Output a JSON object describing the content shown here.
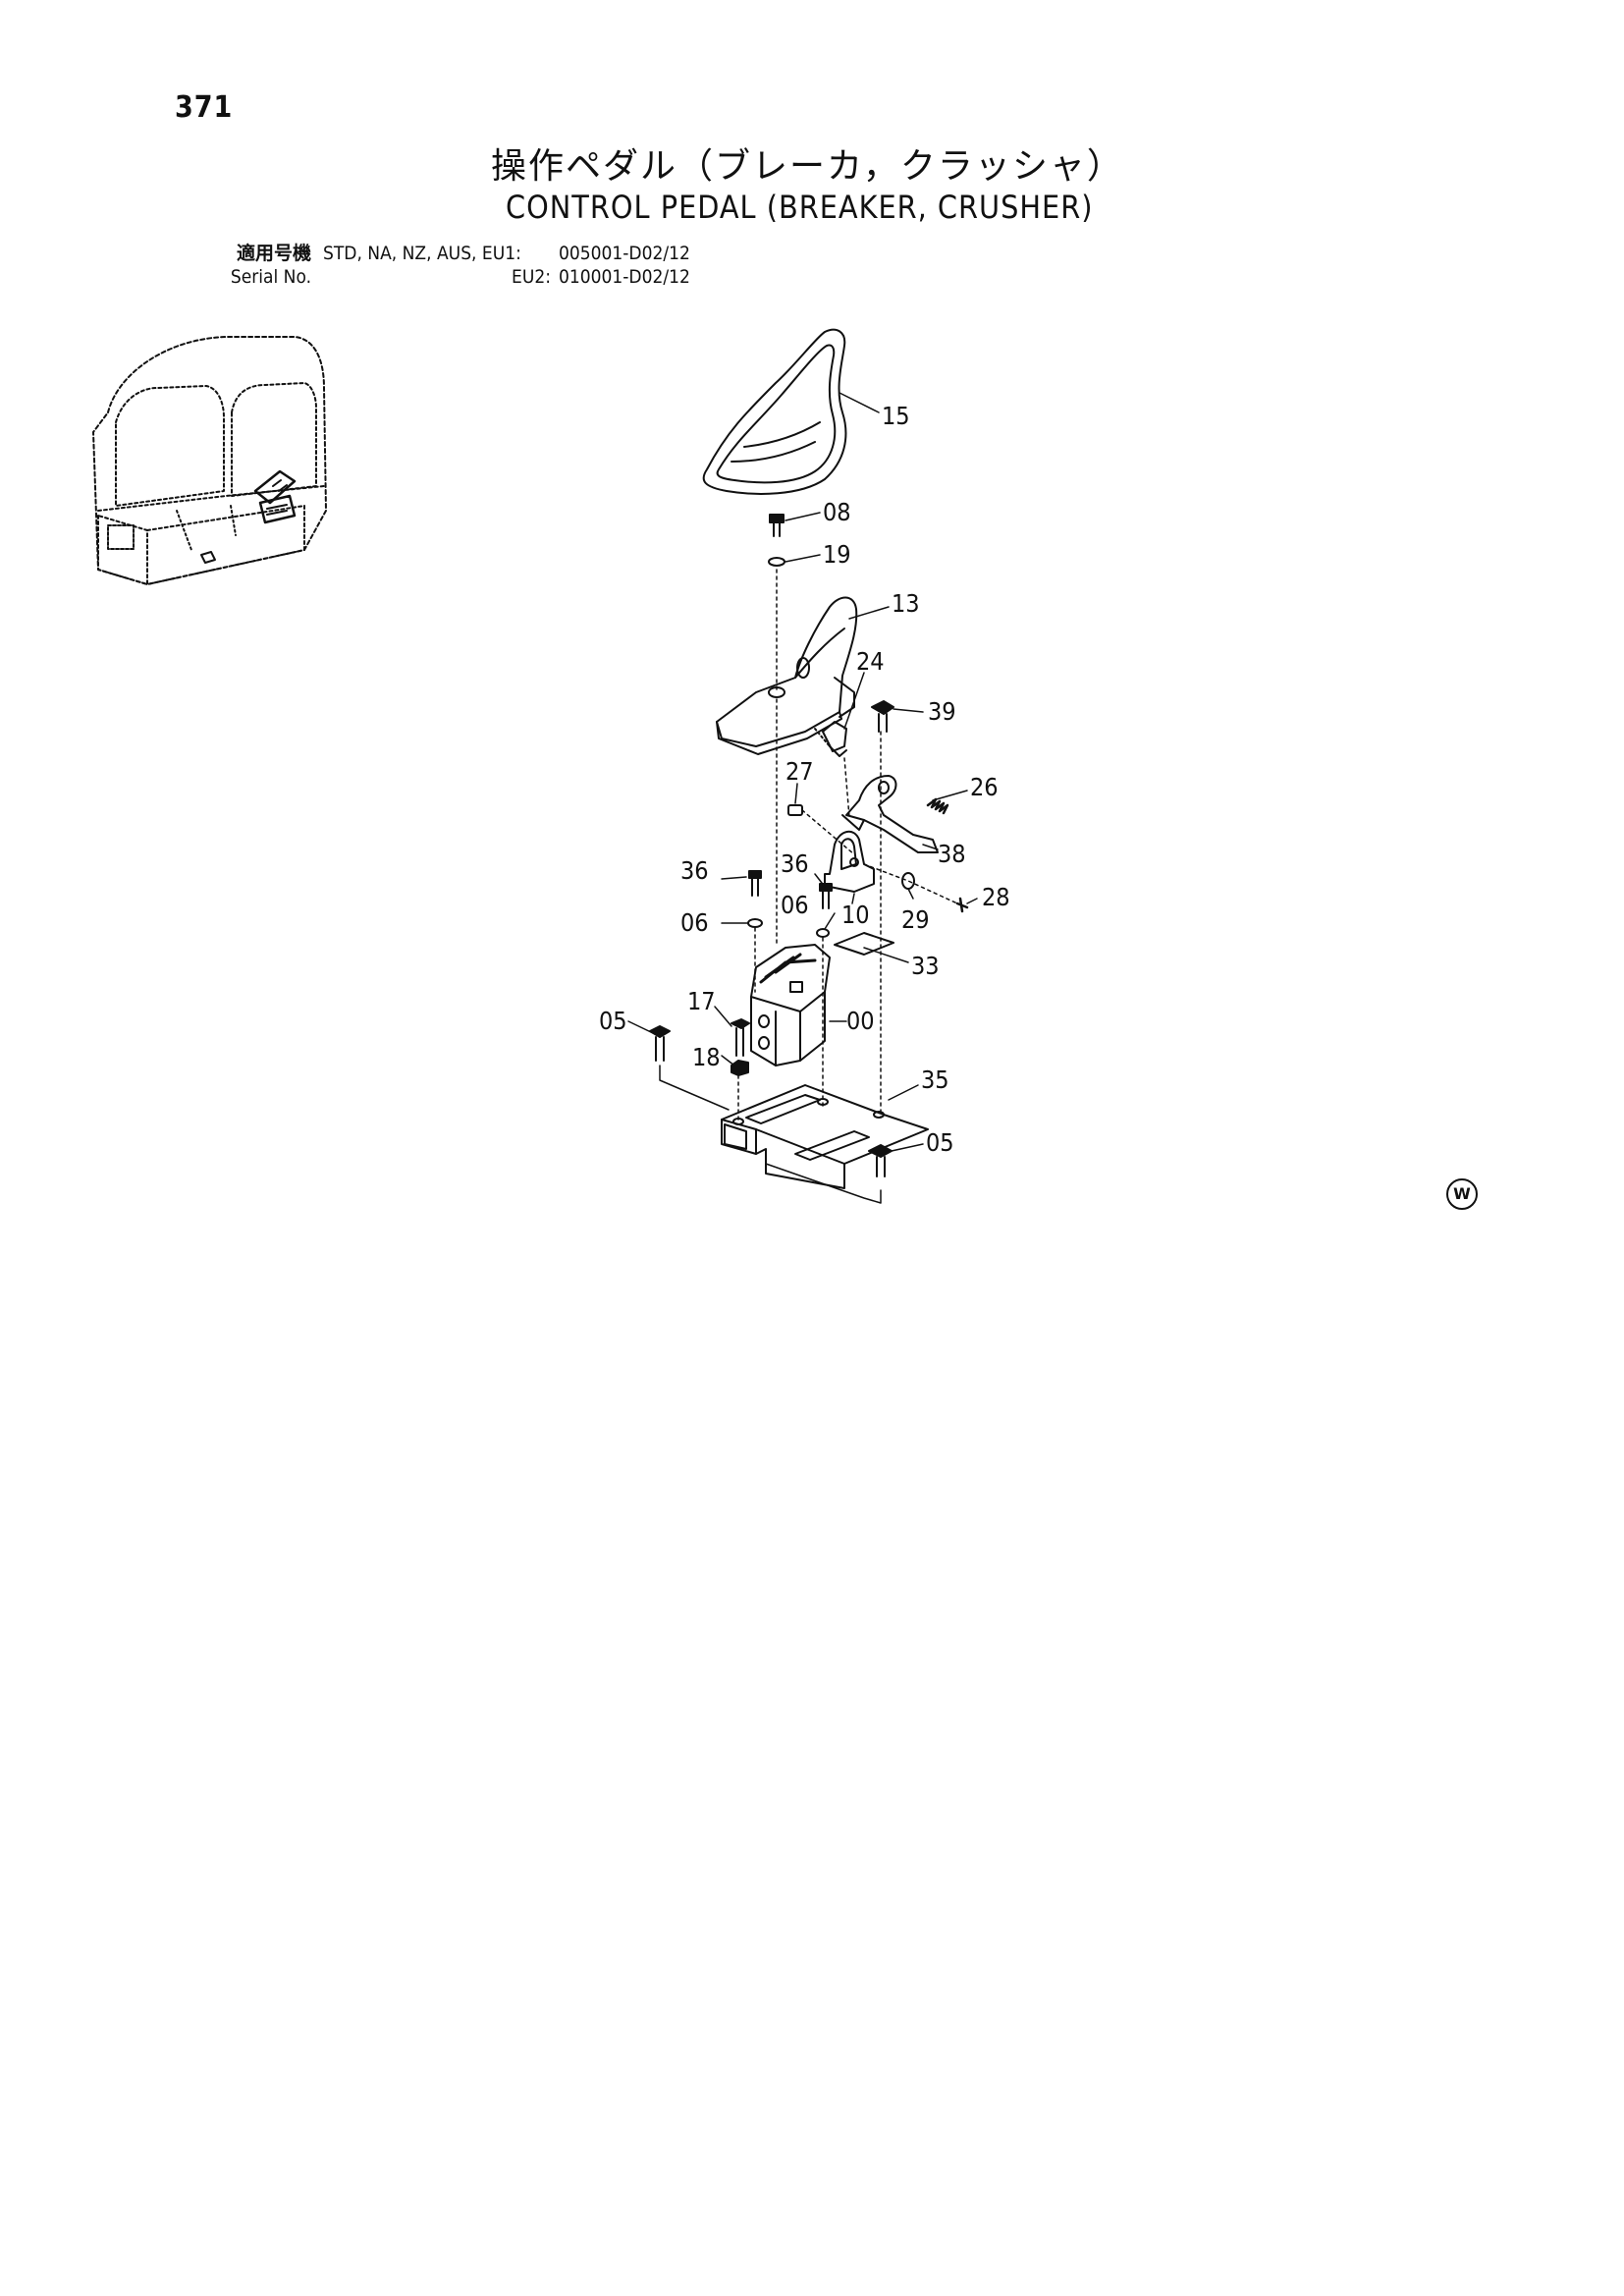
{
  "page": {
    "number": "371",
    "title_jp": "操作ペダル（ブレーカ，クラッシャ）",
    "title_en": "CONTROL PEDAL (BREAKER, CRUSHER)"
  },
  "serial": {
    "label_jp": "適用号機",
    "label_en": "Serial No.",
    "models_1": "STD, NA, NZ, AUS, EU1:",
    "range_1": "005001-D02/12",
    "models_2": "EU2:",
    "range_2": "010001-D02/12"
  },
  "callouts": [
    "15",
    "08",
    "19",
    "13",
    "24",
    "39",
    "27",
    "26",
    "38",
    "36",
    "06",
    "36",
    "06",
    "10",
    "29",
    "28",
    "33",
    "17",
    "00",
    "05",
    "18",
    "35",
    "05"
  ],
  "mark": "W"
}
